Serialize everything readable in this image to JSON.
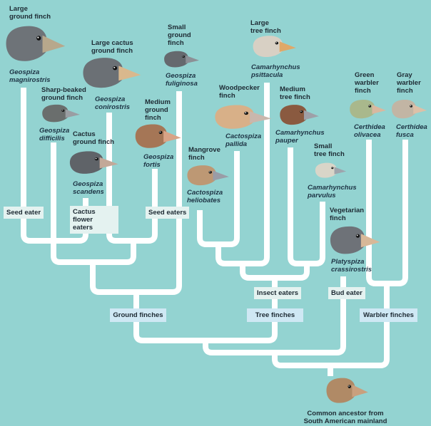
{
  "finches": [
    {
      "common": "Large\nground finch",
      "species": "Geospiza\nmagnirostris",
      "head": "#6e7378",
      "beak": "#b7a88c"
    },
    {
      "common": "Large cactus\nground finch",
      "species": "Geospiza\nconirostris",
      "head": "#6b7075",
      "beak": "#d9b88d"
    },
    {
      "common": "Small\nground\nfinch",
      "species": "Geospiza\nfuliginosa",
      "head": "#65696e",
      "beak": "#8c9096"
    },
    {
      "common": "Sharp-beaked\nground finch",
      "species": "Geospiza\ndifficilis",
      "head": "#6a6e6d",
      "beak": "#9a9ea3"
    },
    {
      "common": "Cactus\nground finch",
      "species": "Geospiza\nscandens",
      "head": "#5f6368",
      "beak": "#c3a898"
    },
    {
      "common": "Medium\nground\nfinch",
      "species": "Geospiza\nfortis",
      "head": "#a57656",
      "beak": "#d8a386"
    },
    {
      "common": "Large\ntree finch",
      "species": "Camarhynchus\npsittacula",
      "head": "#d8d0c4",
      "beak": "#e0a868"
    },
    {
      "common": "Woodpecker\nfinch",
      "species": "Cactospiza\npallida",
      "head": "#d8b088",
      "beak": "#c9b7ad"
    },
    {
      "common": "Medium\ntree finch",
      "species": "Camarhynchus\npauper",
      "head": "#8a5a40",
      "beak": "#9ea0a8"
    },
    {
      "common": "Mangrove\nfinch",
      "species": "Cactospiza\nheliobates",
      "head": "#bd9874",
      "beak": "#9a9ca6"
    },
    {
      "common": "Small\ntree finch",
      "species": "Camarhynchus\nparvulus",
      "head": "#d9d5c8",
      "beak": "#9ea4ac"
    },
    {
      "common": "Vegetarian\nfinch",
      "species": "Platyspiza\ncrassirostris",
      "head": "#6e7278",
      "beak": "#d8b898"
    },
    {
      "common": "Green\nwarbler\nfinch",
      "species": "Certhidea\nolivacea",
      "head": "#a9b88c",
      "beak": "#d8b8a0"
    },
    {
      "common": "Gray\nwarbler\nfinch",
      "species": "Certhidea\nfusca",
      "head": "#c2b5a4",
      "beak": "#dcc0a8"
    }
  ],
  "diet_labels": {
    "seed_eater": "Seed eater",
    "cactus_flower_eaters": "Cactus flower\neaters",
    "seed_eaters": "Seed eaters",
    "insect_eaters": "Insect eaters",
    "bud_eater": "Bud eater"
  },
  "group_labels": {
    "ground": "Ground  finches",
    "tree": "Tree finches",
    "warbler": "Warbler finches"
  },
  "ancestor": {
    "label": "Common ancestor from\nSouth American mainland",
    "head": "#b08a66",
    "beak": "#c9a07e"
  },
  "colors": {
    "background": "#93d3d1",
    "branch": "#ffffff",
    "diet_box": "#e4f2f0",
    "group_box": "#cfe8f4"
  }
}
